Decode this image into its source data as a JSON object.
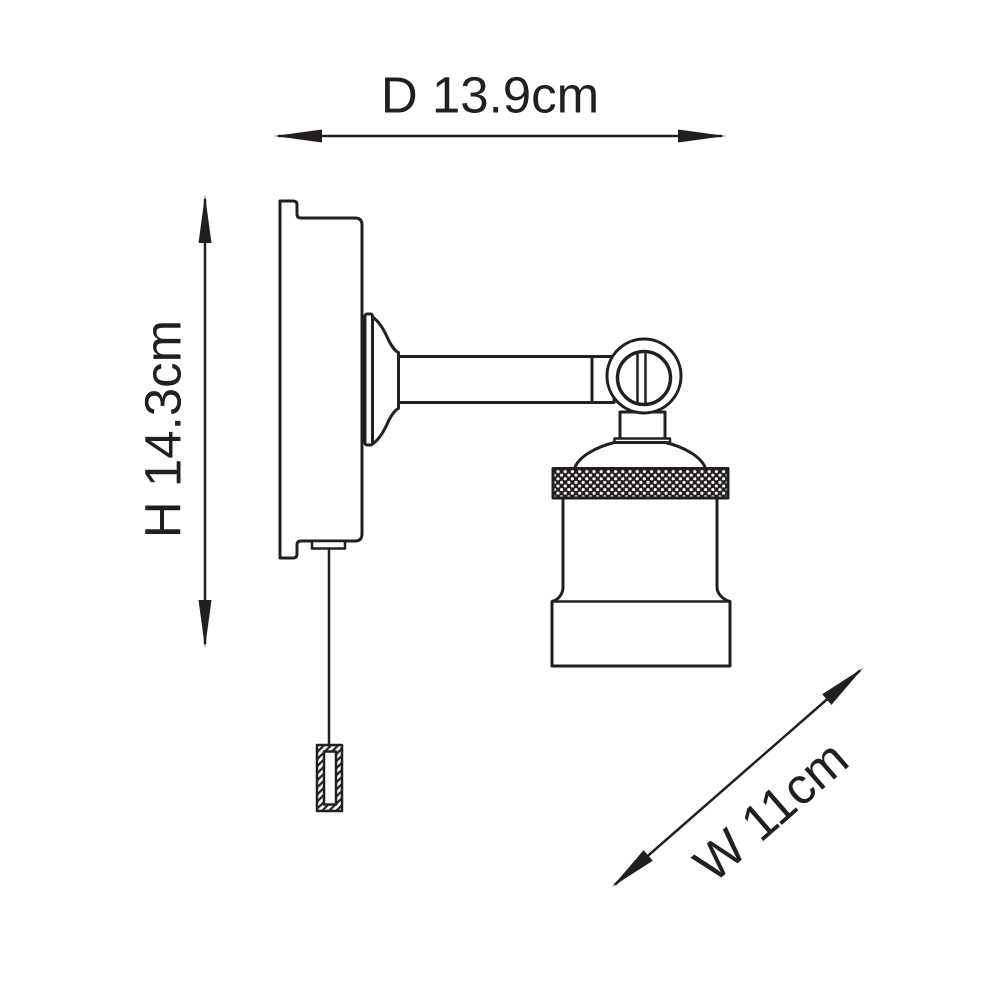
{
  "canvas": {
    "background_color": "#ffffff",
    "line_color": "#231f20"
  },
  "diagram": {
    "type": "technical-line-drawing",
    "subject": "wall-light-fixture-side-view",
    "dimensions": {
      "depth": {
        "label": "D 13.9cm",
        "value_cm": 13.9,
        "orientation": "horizontal"
      },
      "height": {
        "label": "H 14.3cm",
        "value_cm": 14.3,
        "orientation": "vertical"
      },
      "width": {
        "label": "W 11cm",
        "value_cm": 11,
        "orientation": "diagonal"
      }
    }
  }
}
